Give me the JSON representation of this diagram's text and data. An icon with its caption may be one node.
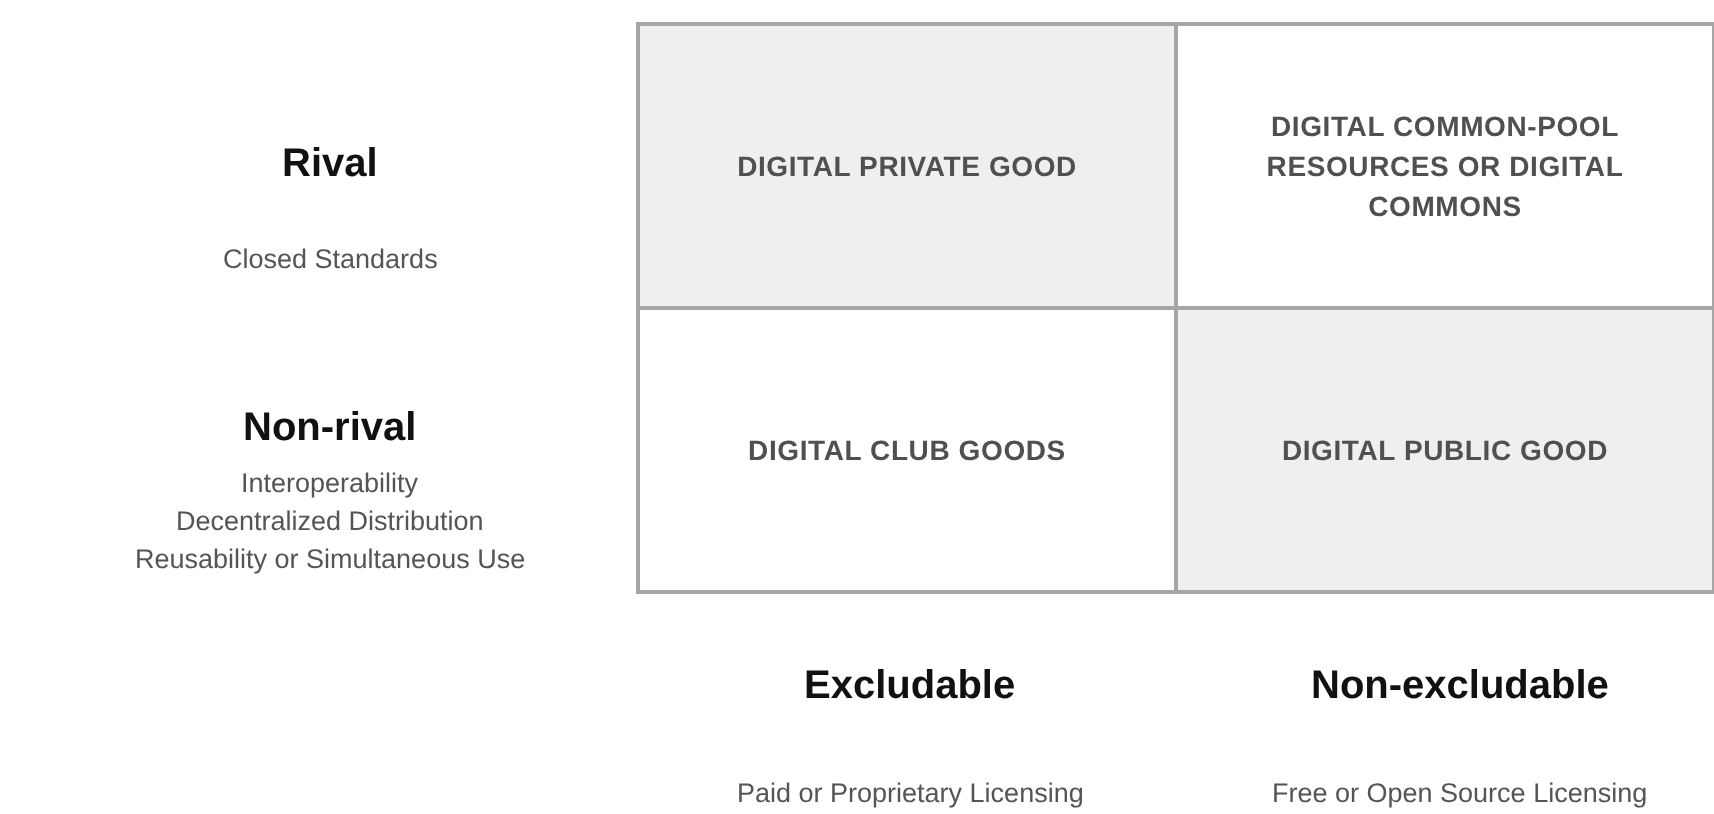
{
  "diagram": {
    "nodes": [
      {
        "text": [
          "DIGITAL PRIVATE GOOD"
        ]
      },
      {
        "text": [
          "DIGITAL COMMON-POOL RESOURCES OR DIGITAL COMMONS"
        ]
      },
      {
        "text": [
          "DIGITAL CLUB GOODS"
        ]
      },
      {
        "text": [
          "DIGITAL PUBLIC GOOD"
        ]
      }
    ],
    "labels": [
      "Rival",
      "Closed Standards",
      "Non-rival",
      "Interoperability",
      "Decentralized Distribution",
      "Reusability or Simultaneous Use",
      "Excludable",
      "Non-excludable",
      "Paid or Proprietary Licensing",
      "Free or Open Source Licensing"
    ]
  }
}
